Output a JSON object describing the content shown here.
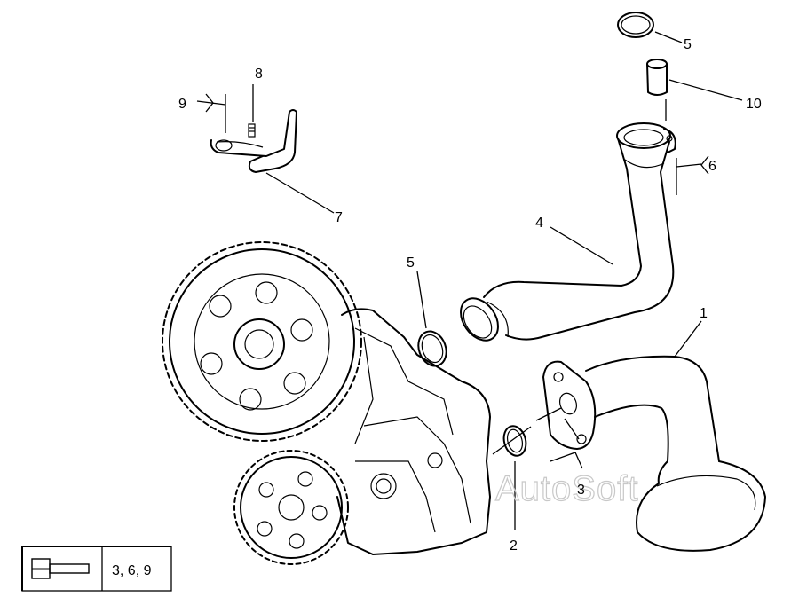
{
  "callouts": {
    "c1": "1",
    "c2": "2",
    "c3": "3",
    "c4": "4",
    "c5a": "5",
    "c5b": "5",
    "c6": "6",
    "c7": "7",
    "c8": "8",
    "c9": "9",
    "c10": "10"
  },
  "legend": {
    "icon": "bolt-icon",
    "text": "3, 6, 9"
  },
  "watermark": "AutoSoft"
}
